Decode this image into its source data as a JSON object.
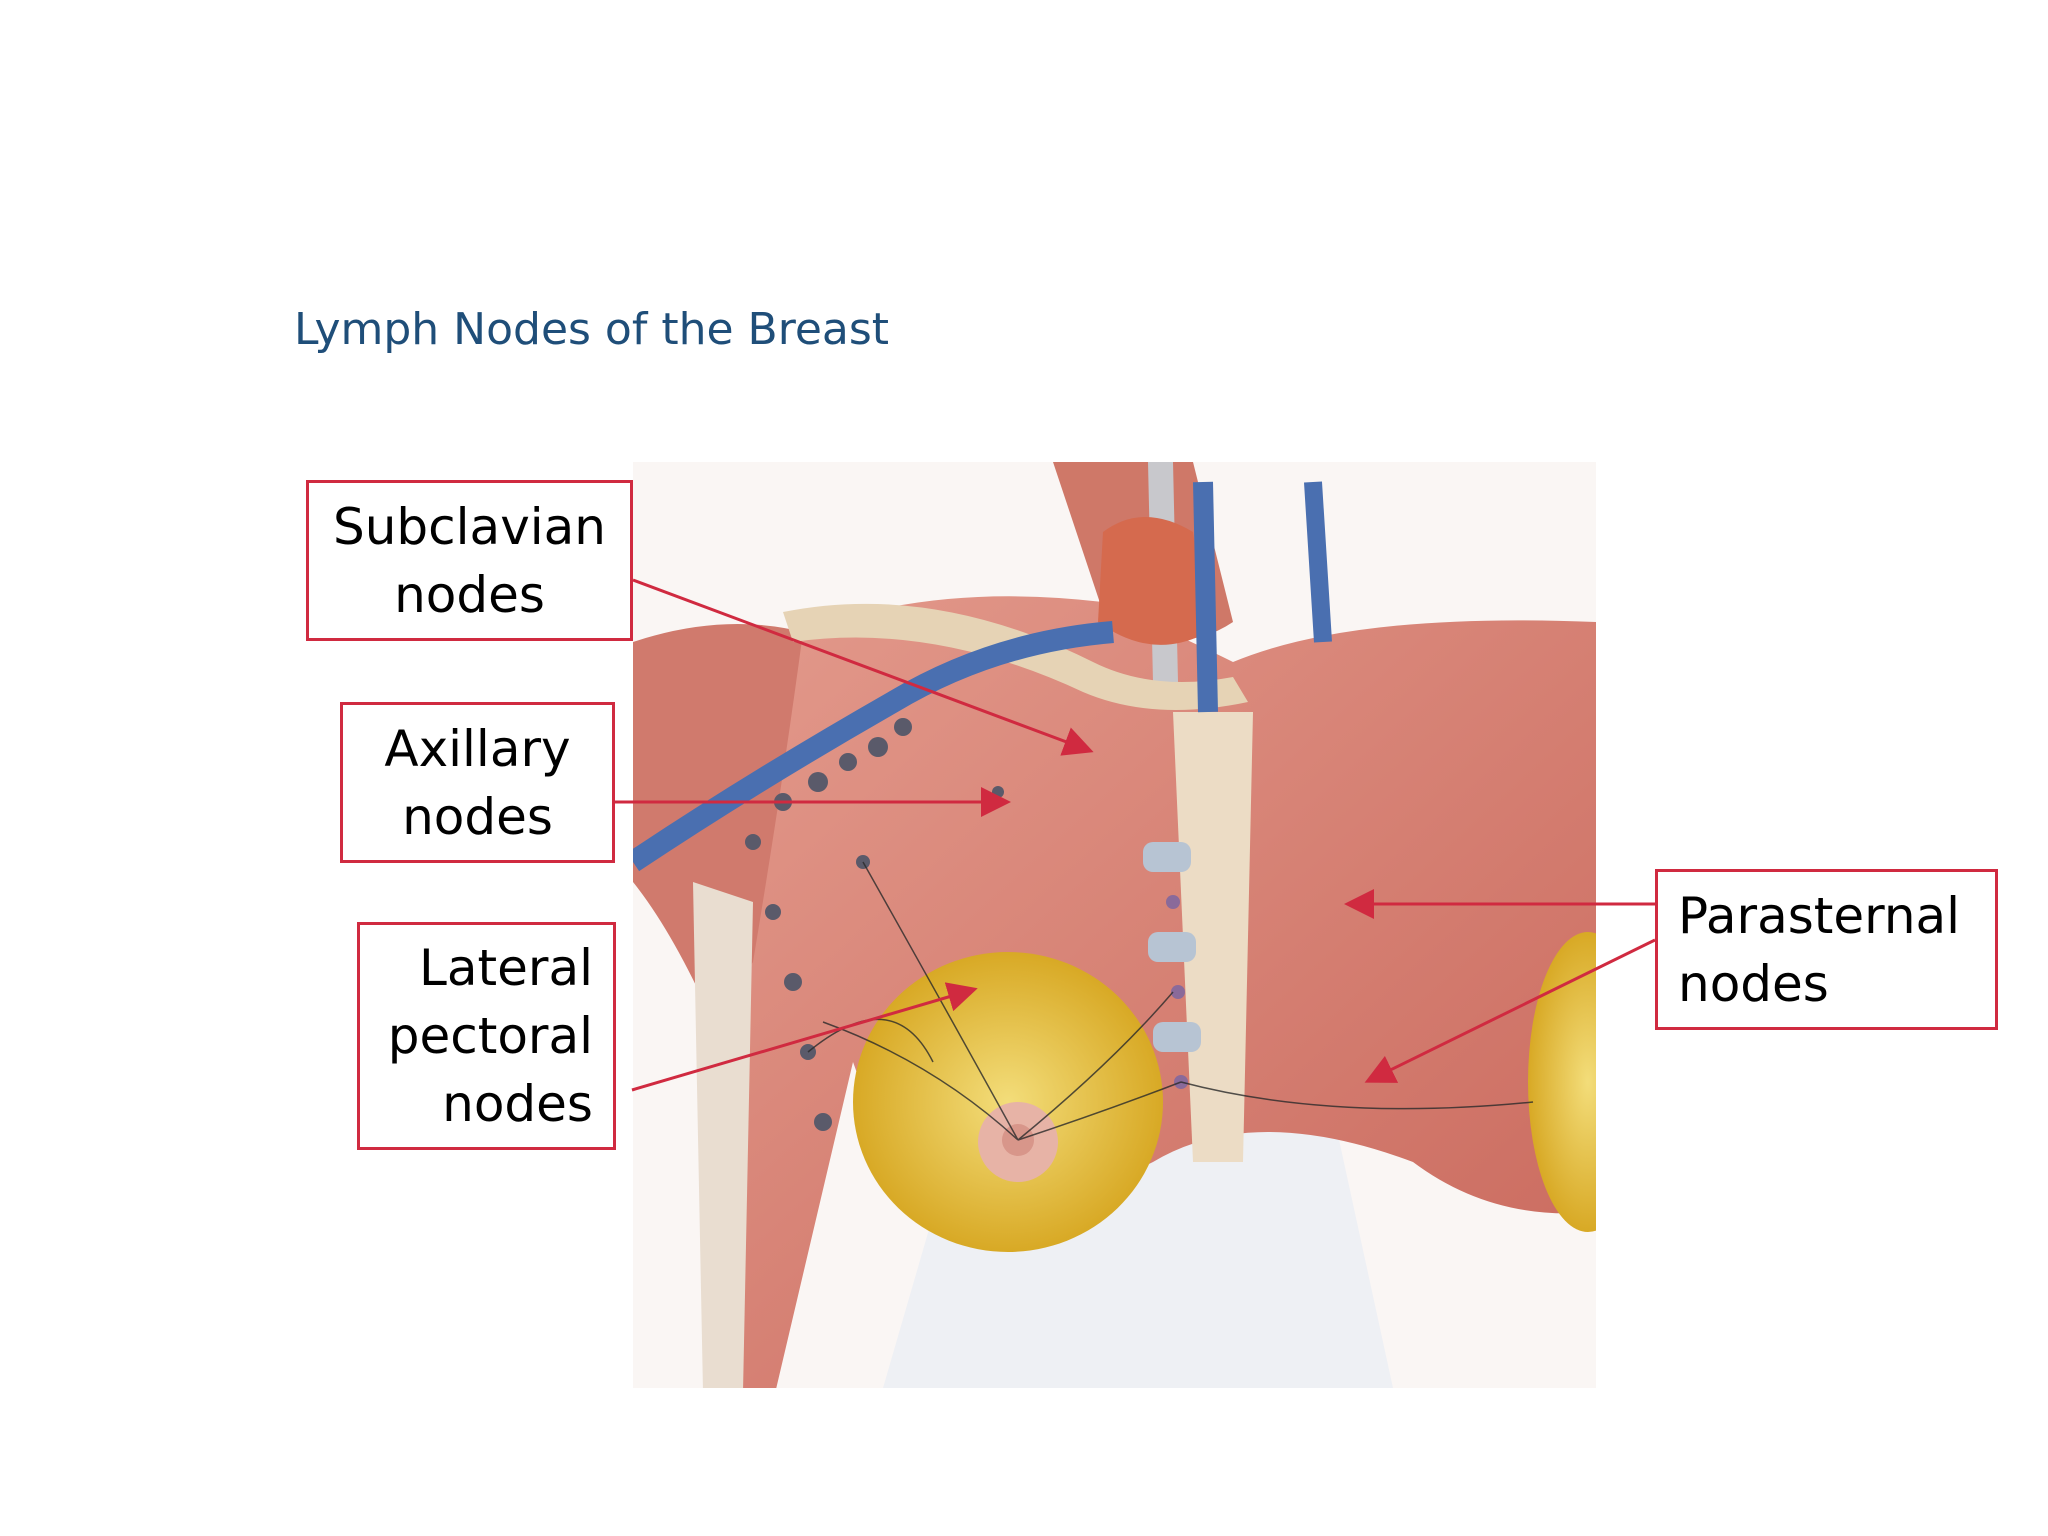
{
  "slide": {
    "title": "Lymph Nodes of the Breast"
  },
  "labels": {
    "subclavian": {
      "line1": "Subclavian",
      "line2": "nodes"
    },
    "axillary": {
      "line1": "Axillary",
      "line2": "nodes"
    },
    "lateral_pectoral": {
      "line1": "Lateral",
      "line2": "pectoral",
      "line3": "nodes"
    },
    "parasternal": {
      "line1": "Parasternal",
      "line2": "nodes"
    }
  },
  "colors": {
    "title": "#1f4e79",
    "callout_border": "#d02a40",
    "leader_line": "#d02a40",
    "muscle": "#d9857a",
    "vein": "#4a6fb0",
    "breast_fat": "#e8c23a",
    "bone": "#e6d3b5"
  }
}
